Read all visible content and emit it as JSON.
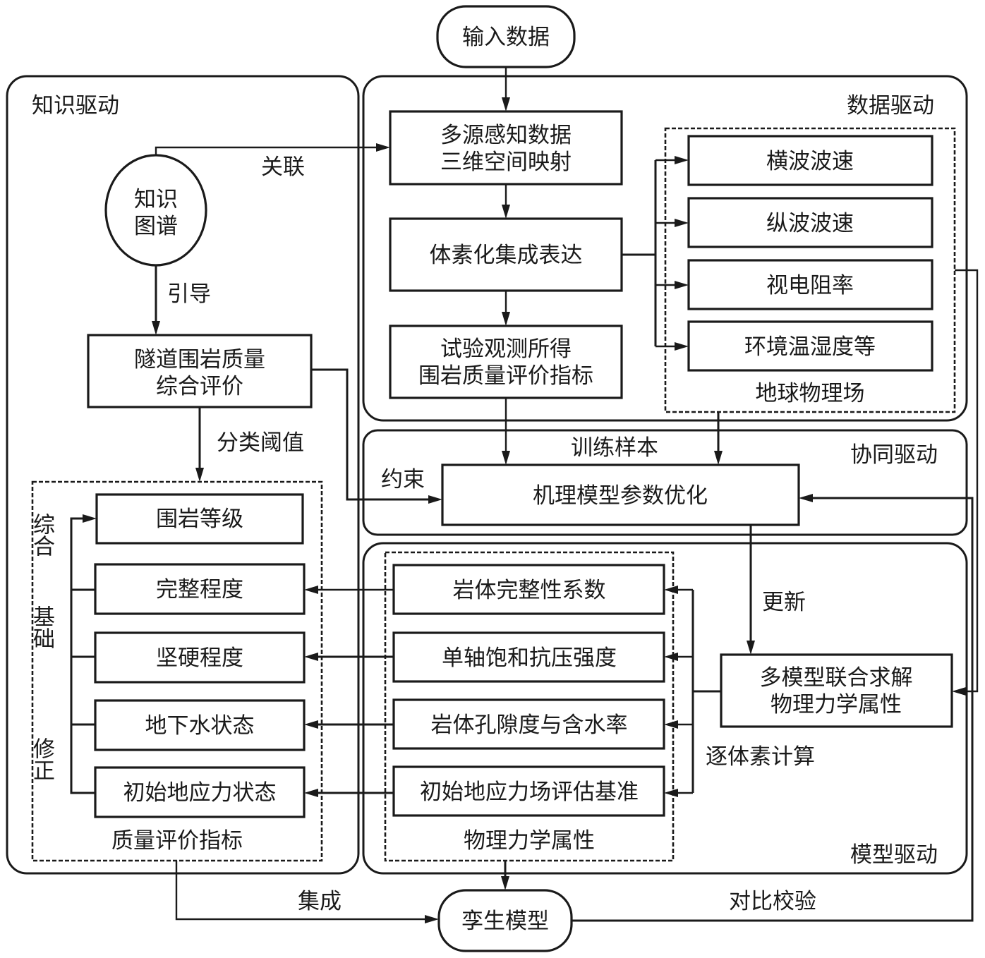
{
  "diagram": {
    "start_node": "输入数据",
    "end_node": "孪生模型",
    "regions": {
      "knowledge": "知识驱动",
      "data": "数据驱动",
      "collab": "协同驱动",
      "model": "模型驱动"
    },
    "knowledge": {
      "graph_line1": "知识",
      "graph_line2": "图谱",
      "eval_line1": "隧道围岩质量",
      "eval_line2": "综合评价",
      "group_label": "质量评价指标",
      "indicators": [
        "围岩等级",
        "完整程度",
        "坚硬程度",
        "地下水状态",
        "初始地应力状态"
      ],
      "side_labels": [
        "综合",
        "基础",
        "修正"
      ]
    },
    "data": {
      "map_line1": "多源感知数据",
      "map_line2": "三维空间映射",
      "voxel": "体素化集成表达",
      "obs_line1": "试验观测所得",
      "obs_line2": "围岩质量评价指标",
      "group_label": "地球物理场",
      "fields": [
        "横波波速",
        "纵波波速",
        "视电阻率",
        "环境温湿度等"
      ]
    },
    "collab": {
      "optimize": "机理模型参数优化"
    },
    "model": {
      "solve_line1": "多模型联合求解",
      "solve_line2": "物理力学属性",
      "group_label": "物理力学属性",
      "properties": [
        "岩体完整性系数",
        "单轴饱和抗压强度",
        "岩体孔隙度与含水率",
        "初始地应力场评估基准"
      ]
    },
    "edge_labels": {
      "associate": "关联",
      "guide": "引导",
      "threshold": "分类阈值",
      "constraint": "约束",
      "training": "训练样本",
      "update": "更新",
      "per_voxel": "逐体素计算",
      "integrate": "集成",
      "compare": "对比校验"
    }
  }
}
